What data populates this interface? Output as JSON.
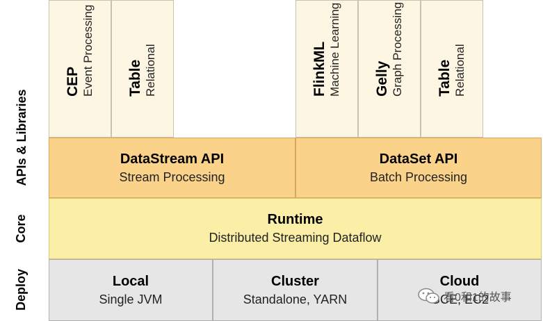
{
  "band_labels": {
    "apis": "APIs & Libraries",
    "core": "Core",
    "deploy": "Deploy"
  },
  "libraries": [
    {
      "title": "CEP",
      "subtitle": "Event Processing"
    },
    {
      "title": "Table",
      "subtitle": "Relational"
    },
    {
      "title": "FlinkML",
      "subtitle": "Machine Learning"
    },
    {
      "title": "Gelly",
      "subtitle": "Graph Processing"
    },
    {
      "title": "Table",
      "subtitle": "Relational"
    }
  ],
  "apis": [
    {
      "title": "DataStream API",
      "subtitle": "Stream Processing"
    },
    {
      "title": "DataSet API",
      "subtitle": "Batch Processing"
    }
  ],
  "core": {
    "title": "Runtime",
    "subtitle": "Distributed Streaming Dataflow"
  },
  "deploy": [
    {
      "title": "Local",
      "subtitle": "Single JVM"
    },
    {
      "title": "Cluster",
      "subtitle": "Standalone, YARN"
    },
    {
      "title": "Cloud",
      "subtitle": "GCE, EC2"
    }
  ],
  "watermark": {
    "text": "看0和1的故事",
    "icon": "wechat-icon"
  }
}
